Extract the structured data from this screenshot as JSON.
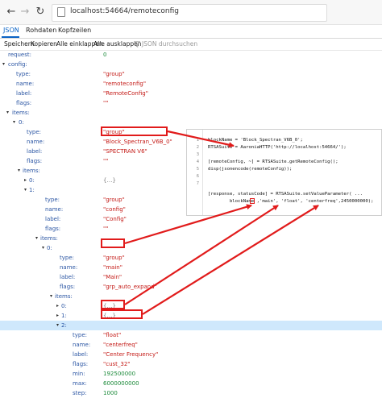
{
  "browser": {
    "url": "localhost:54664/remoteconfig",
    "back_icon": "arrow-left-icon",
    "forward_icon": "arrow-right-icon",
    "reload_icon": "reload-icon",
    "page_icon": "document-icon"
  },
  "tabs": [
    "JSON",
    "Rohdaten",
    "Kopfzeilen"
  ],
  "toolbar": {
    "save": "Speichern",
    "copy": "Kopieren",
    "collapse_all": "Alle einklappen",
    "expand_all": "Alle ausklappen",
    "filter_placeholder": "JSON durchsuchen"
  },
  "tree": [
    {
      "key": "request:",
      "value": "0",
      "vtype": "num"
    },
    {
      "key": "config:",
      "value": "",
      "vtype": "none",
      "caret": "▾"
    },
    {
      "key": "type:",
      "value": "\"group\"",
      "vtype": "str"
    },
    {
      "key": "name:",
      "value": "\"remoteconfig\"",
      "vtype": "str"
    },
    {
      "key": "label:",
      "value": "\"RemoteConfig\"",
      "vtype": "str"
    },
    {
      "key": "flags:",
      "value": "\"\"",
      "vtype": "str"
    },
    {
      "key": "items:",
      "value": "",
      "vtype": "none",
      "caret": "▾"
    },
    {
      "key": "0:",
      "value": "",
      "vtype": "none",
      "caret": "▾"
    },
    {
      "key": "type:",
      "value": "\"group\"",
      "vtype": "str"
    },
    {
      "key": "name:",
      "value": "\"Block_Spectran_V6B_0\"",
      "vtype": "str"
    },
    {
      "key": "label:",
      "value": "\"SPECTRAN V6\"",
      "vtype": "str"
    },
    {
      "key": "flags:",
      "value": "\"\"",
      "vtype": "str"
    },
    {
      "key": "items:",
      "value": "",
      "vtype": "none",
      "caret": "▾"
    },
    {
      "key": "0:",
      "value": "{…}",
      "vtype": "coll",
      "caret": "▸"
    },
    {
      "key": "1:",
      "value": "",
      "vtype": "none",
      "caret": "▾"
    },
    {
      "key": "type:",
      "value": "\"group\"",
      "vtype": "str"
    },
    {
      "key": "name:",
      "value": "\"config\"",
      "vtype": "str"
    },
    {
      "key": "label:",
      "value": "\"Config\"",
      "vtype": "str"
    },
    {
      "key": "flags:",
      "value": "\"\"",
      "vtype": "str"
    },
    {
      "key": "items:",
      "value": "",
      "vtype": "none",
      "caret": "▾"
    },
    {
      "key": "0:",
      "value": "",
      "vtype": "none",
      "caret": "▾"
    },
    {
      "key": "type:",
      "value": "\"group\"",
      "vtype": "str"
    },
    {
      "key": "name:",
      "value": "\"main\"",
      "vtype": "str"
    },
    {
      "key": "label:",
      "value": "\"Main\"",
      "vtype": "str"
    },
    {
      "key": "flags:",
      "value": "\"grp_auto_expand\"",
      "vtype": "str"
    },
    {
      "key": "items:",
      "value": "",
      "vtype": "none",
      "caret": "▾"
    },
    {
      "key": "0:",
      "value": "{…}",
      "vtype": "coll",
      "caret": "▸"
    },
    {
      "key": "1:",
      "value": "{…}",
      "vtype": "coll",
      "caret": "▸"
    },
    {
      "key": "2:",
      "value": "",
      "vtype": "none",
      "caret": "▾"
    },
    {
      "key": "type:",
      "value": "\"float\"",
      "vtype": "str"
    },
    {
      "key": "name:",
      "value": "\"centerfreq\"",
      "vtype": "str"
    },
    {
      "key": "label:",
      "value": "\"Center Frequency\"",
      "vtype": "str"
    },
    {
      "key": "flags:",
      "value": "\"cust_32\"",
      "vtype": "str"
    },
    {
      "key": "min:",
      "value": "192500000",
      "vtype": "num"
    },
    {
      "key": "max:",
      "value": "6000000000",
      "vtype": "num"
    },
    {
      "key": "step:",
      "value": "1000",
      "vtype": "num"
    }
  ],
  "code": {
    "line_numbers": [
      "1",
      "2",
      "3",
      "4",
      "5",
      "6",
      "7"
    ],
    "lines": [
      "blockName = 'Block_Spectran_V6B_0';",
      "RTSASuite = AaroniaHTTP('http://localhost:54664/');",
      "",
      "[remoteConfig, ~] = RTSASuite.getRemoteConfig();",
      "disp(jsonencode(remoteConfig));",
      "",
      "[response, statusCode] = RTSASuite.setValueParameter( ...",
      "        blockName ,'main', 'float', 'centerfreq',2450000000);"
    ]
  },
  "colors": {
    "key": "#2a55a3",
    "string": "#c41a16",
    "number": "#1c8a3a",
    "highlight": "#e11b1b",
    "selected_row": "#cfe8fc",
    "active_tab": "#0b63c5"
  }
}
